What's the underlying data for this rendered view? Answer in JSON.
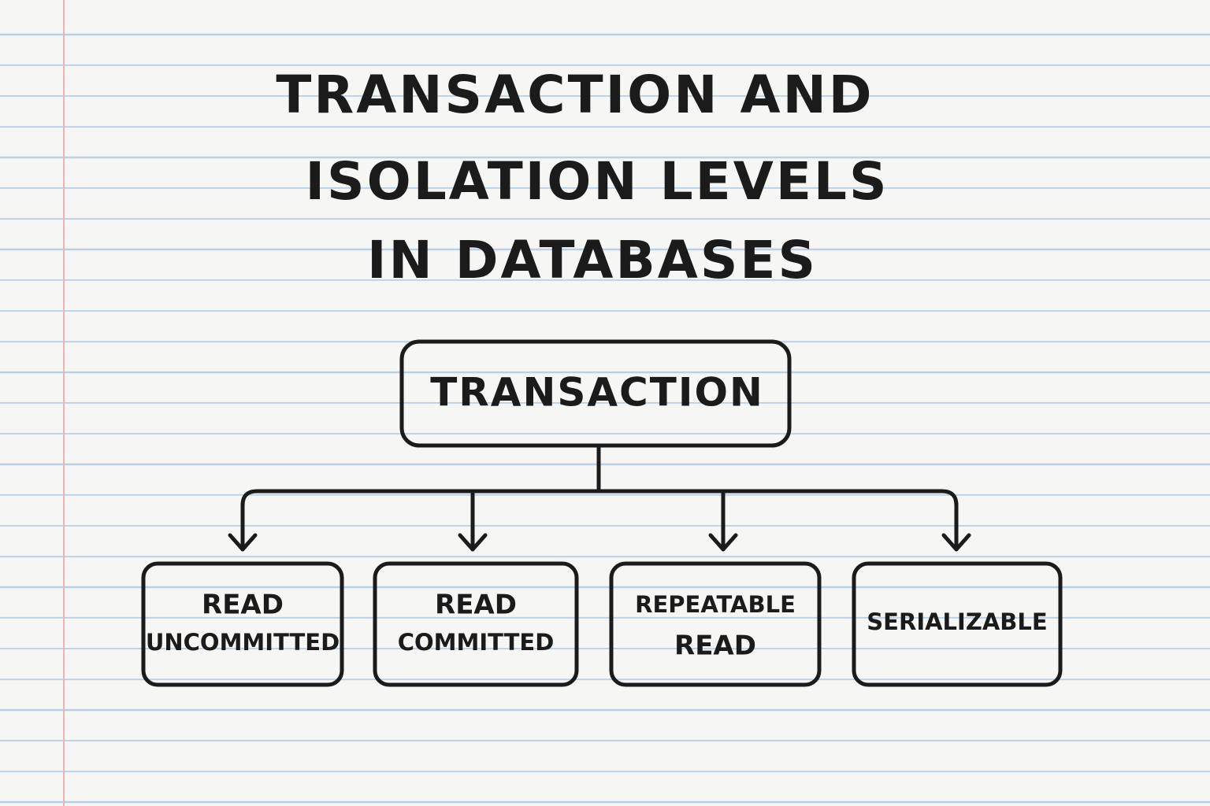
{
  "title": {
    "line1": "TRANSACTION AND",
    "line2": "ISOLATION LEVELS",
    "line3": "IN DATABASES"
  },
  "diagram": {
    "root": {
      "label": "TRANSACTION"
    },
    "children": [
      {
        "lines": [
          "READ",
          "UNCOMMITTED"
        ]
      },
      {
        "lines": [
          "READ",
          "COMMITTED"
        ]
      },
      {
        "lines": [
          "REPEATABLE",
          "READ"
        ]
      },
      {
        "lines": [
          "SERIALIZABLE"
        ]
      }
    ]
  },
  "colors": {
    "paper": "#f6f6f4",
    "ruled_line": "#b9d0e6",
    "margin_line": "#ebb4b8",
    "ink": "#1b1b1b"
  }
}
